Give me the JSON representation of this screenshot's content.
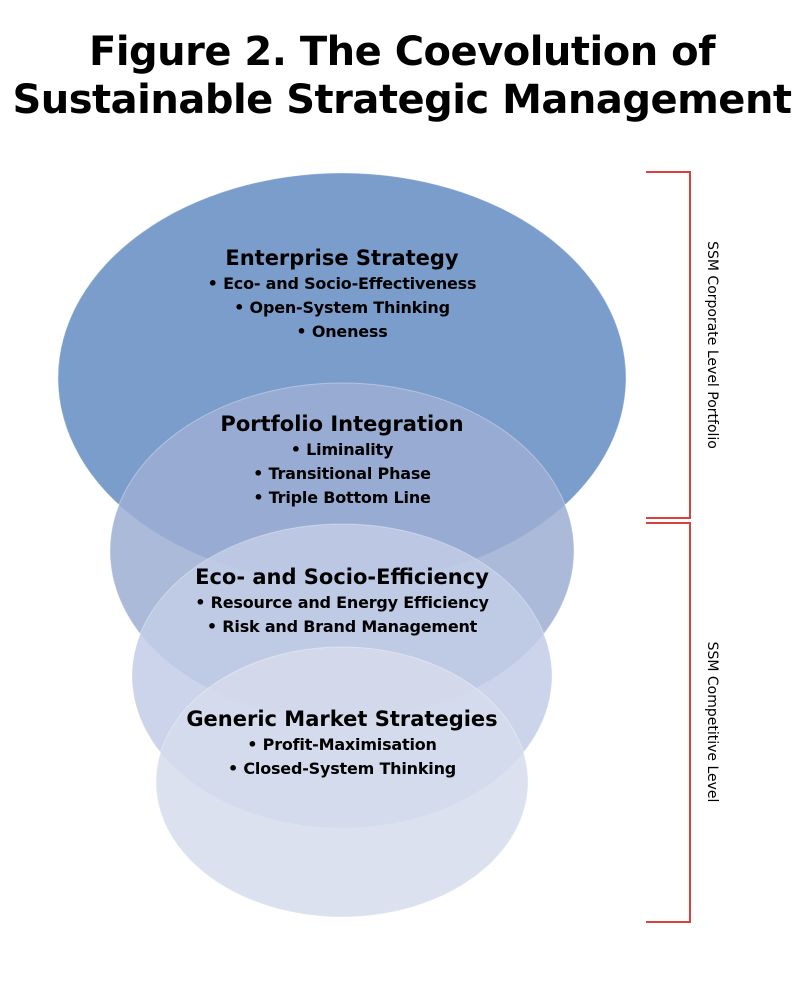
{
  "title": {
    "line1": "Figure 2. The Coevolution of",
    "line2": "Sustainable Strategic Management"
  },
  "colors": {
    "layer1": "#7b9dcb",
    "layer2": "#9eaed3",
    "layer3": "#c2cce6",
    "layer4": "#d6dcec",
    "bracket": "#d9413f"
  },
  "layers": [
    {
      "title": "Enterprise Strategy",
      "bullets": [
        "• Eco- and Socio-Effectiveness",
        "• Open-System Thinking",
        "• Oneness"
      ]
    },
    {
      "title": "Portfolio Integration",
      "bullets": [
        "• Liminality",
        "• Transitional Phase",
        "• Triple Bottom Line"
      ]
    },
    {
      "title": "Eco- and Socio-Efficiency",
      "bullets": [
        "• Resource and Energy Efficiency",
        "• Risk and Brand Management"
      ]
    },
    {
      "title": "Generic Market Strategies",
      "bullets": [
        "• Profit-Maximisation",
        "• Closed-System Thinking"
      ]
    }
  ],
  "brackets": {
    "corporate": "SSM Corporate Level Portfolio",
    "competitive": "SSM Competitive Level"
  }
}
